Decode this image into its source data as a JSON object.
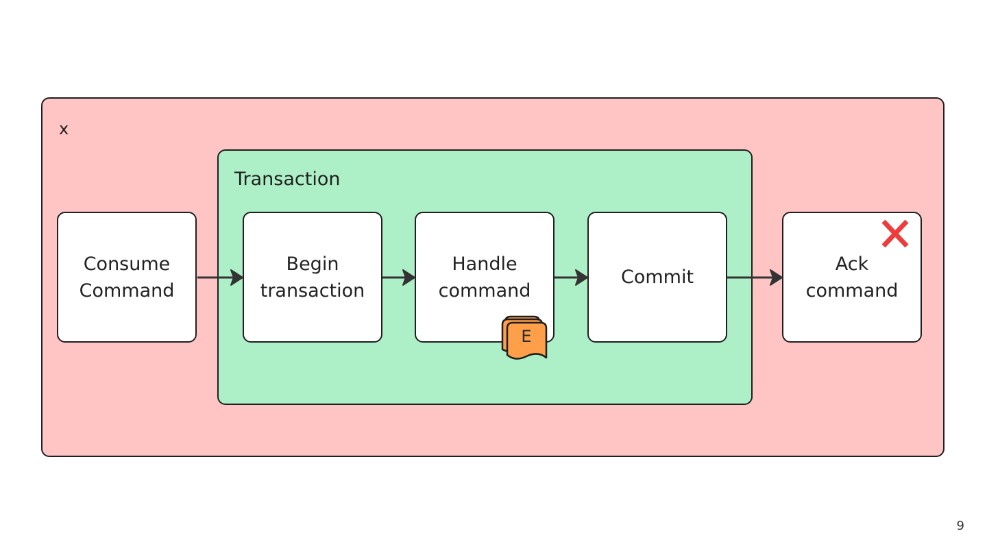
{
  "outer_group": {
    "label": "x",
    "fill": "#fec5c4"
  },
  "transaction_group": {
    "label": "Transaction",
    "fill": "#adf0c7"
  },
  "steps": [
    {
      "id": "consume",
      "lines": [
        "Consume",
        "Command"
      ]
    },
    {
      "id": "begin",
      "lines": [
        "Begin",
        "transaction"
      ]
    },
    {
      "id": "handle",
      "lines": [
        "Handle",
        "command"
      ]
    },
    {
      "id": "commit",
      "lines": [
        "Commit"
      ]
    },
    {
      "id": "ack",
      "lines": [
        "Ack",
        "command"
      ]
    }
  ],
  "event_badge": {
    "label": "E",
    "fill": "#ff9f4a",
    "icon": "event-stack-icon"
  },
  "failure_marker": {
    "icon": "red-cross-icon",
    "color": "#ee3b3b"
  },
  "page_number": "9"
}
